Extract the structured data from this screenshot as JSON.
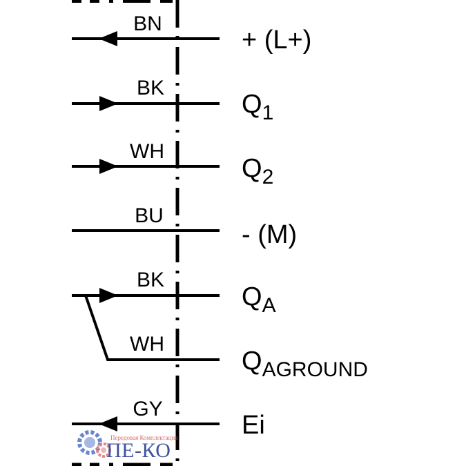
{
  "colors": {
    "ink": "#000000",
    "background": "#ffffff",
    "logo_blue": "#2b3f95",
    "logo_red": "#d06060",
    "gear_blue": "#5b79c9",
    "gear_red": "#e07a7a"
  },
  "connections": [
    {
      "wire": "BN",
      "terminal": "+ (L+)",
      "terminal_sub": "",
      "arrow": "in"
    },
    {
      "wire": "BK",
      "terminal": "Q",
      "terminal_sub": "1",
      "arrow": "out"
    },
    {
      "wire": "WH",
      "terminal": "Q",
      "terminal_sub": "2",
      "arrow": "out"
    },
    {
      "wire": "BU",
      "terminal": "- (M)",
      "terminal_sub": "",
      "arrow": "none"
    },
    {
      "wire": "BK",
      "terminal": "Q",
      "terminal_sub": "A",
      "arrow": "out"
    },
    {
      "wire": "WH",
      "terminal": "Q",
      "terminal_sub": "AGROUND",
      "arrow": "none"
    },
    {
      "wire": "GY",
      "terminal": "Ei",
      "terminal_sub": "",
      "arrow": "in"
    }
  ],
  "watermark": {
    "tagline": "Передовая Комплектация",
    "brand": "ПЕ-КО",
    "icon": "gear-icon"
  }
}
